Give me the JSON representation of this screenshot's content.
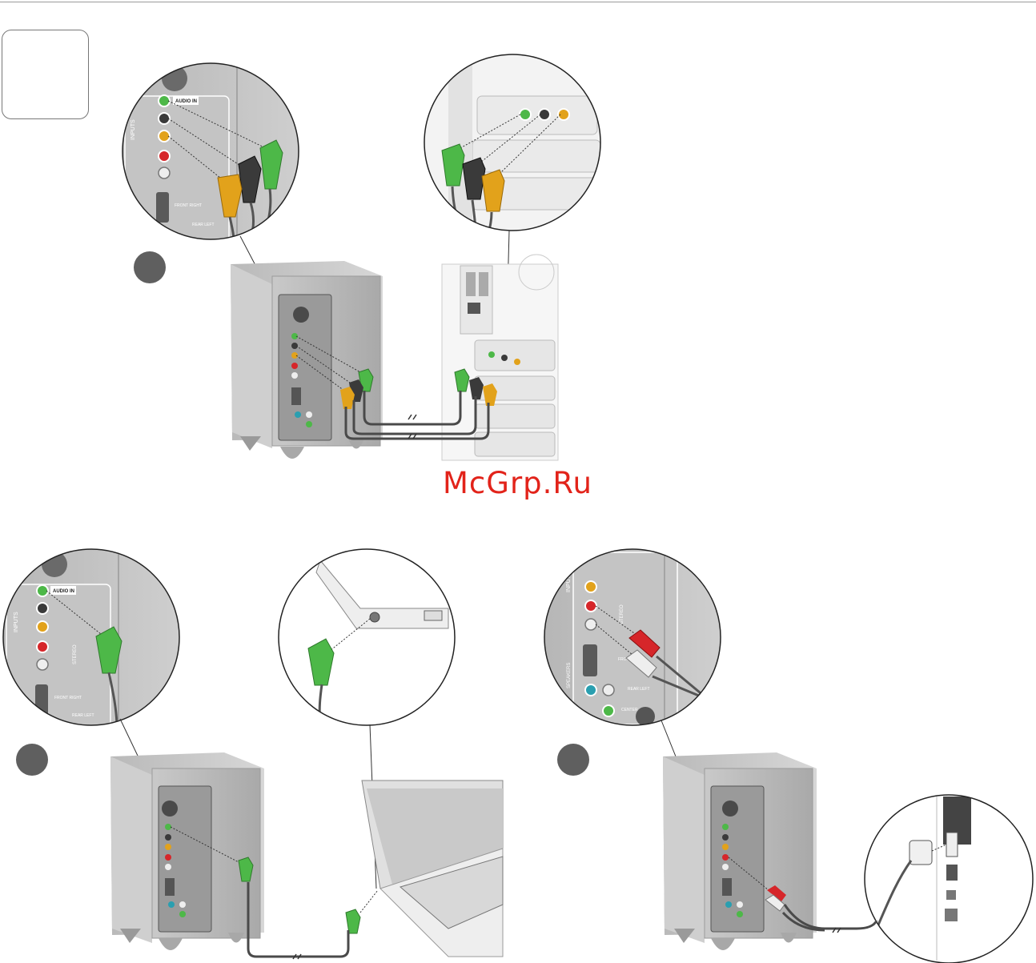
{
  "watermark": "McGrp.Ru",
  "panel_labels": {
    "audio_in": "AUDIO IN",
    "inputs": "INPUTS",
    "stereo": "STEREO",
    "front_right": "FRONT RIGHT",
    "rear_left": "REAR LEFT",
    "speakers": "SPEAKERS",
    "center": "CENTER"
  },
  "colors": {
    "green_jack": "#4db848",
    "black_jack": "#3a3a3a",
    "orange_jack": "#e2a21b",
    "red_jack": "#d6262a",
    "white_jack": "#eeeeee",
    "watermark": "#e2231a"
  }
}
